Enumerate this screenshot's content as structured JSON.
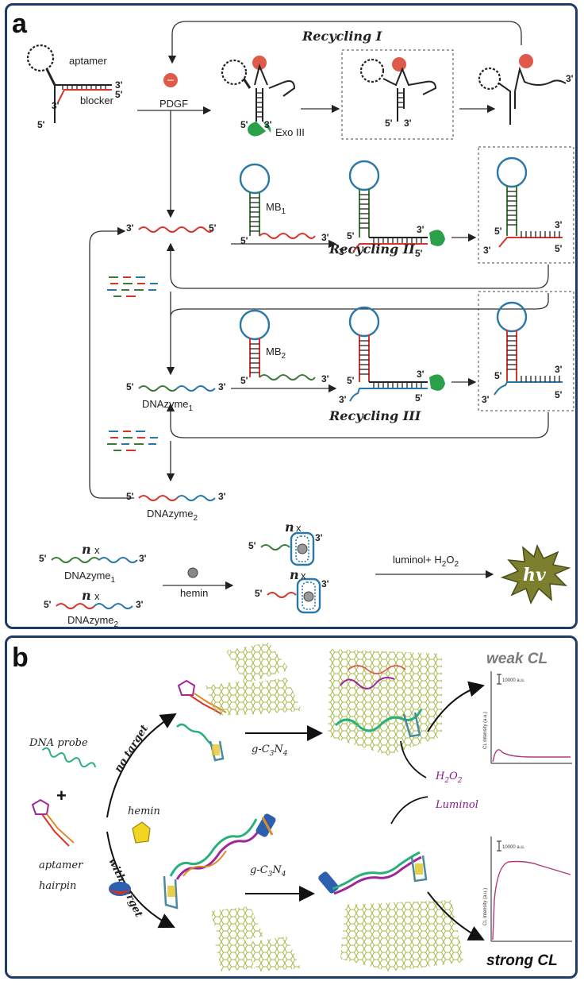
{
  "panel_a": {
    "label": "a",
    "aptamer": "aptamer",
    "blocker": "blocker",
    "pdgf": "PDGF",
    "exo": "Exo III",
    "recycling1": "Recycling I",
    "recycling2": "Recycling II",
    "recycling3": "Recycling III",
    "mb1": "MB",
    "mb1_sub": "1",
    "mb2": "MB",
    "mb2_sub": "2",
    "dnazyme1": "DNAzyme",
    "dnazyme1_sub": "1",
    "dnazyme2": "DNAzyme",
    "dnazyme2_sub": "2",
    "nx": "n",
    "x": "x",
    "hemin": "hemin",
    "luminol": "luminol+ H",
    "luminol_sub1": "2",
    "luminol_o": "O",
    "luminol_sub2": "2",
    "hv": "hv",
    "p3": "3'",
    "p5": "5'"
  },
  "panel_b": {
    "label": "b",
    "dna_probe": "DNA probe",
    "plus": "+",
    "aptamer": "aptamer",
    "hairpin": "hairpin",
    "no_target": "no target",
    "with_target": "with target",
    "hemin": "hemin",
    "gcn_g": "g-C",
    "gcn_3": "3",
    "gcn_n": "N",
    "gcn_4": "4",
    "weak_cl": "weak CL",
    "strong_cl": "strong CL",
    "h2o2_h": "H",
    "h2o2_2a": "2",
    "h2o2_o": "O",
    "h2o2_2b": "2",
    "luminol": "Luminol",
    "scale": "10000 a.u.",
    "yaxis": "CL Intensity (a.u.)"
  },
  "colors": {
    "frame": "#1f3a66",
    "red_strand": "#d9342b",
    "blue_strand": "#2a78a8",
    "green_strand": "#3c7a3a",
    "exo": "#2aa04a",
    "pdgf": "#e05a4a",
    "mesh": "#a9b84a",
    "magenta": "#a0279a",
    "starburst": "#7b7f2e"
  }
}
